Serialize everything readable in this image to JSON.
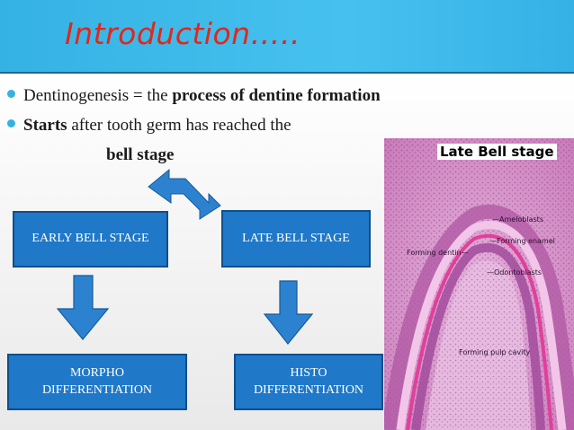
{
  "title": "Introduction…..",
  "bullets": [
    {
      "plain_before": "Dentinogenesis = the ",
      "bold": "process of dentine formation",
      "plain_after": ""
    },
    {
      "plain_before": "",
      "bold": "Starts",
      "plain_after": " after tooth germ has reached the"
    }
  ],
  "bell_stage": "bell stage",
  "boxes": {
    "early": "EARLY BELL STAGE",
    "late": "LATE BELL STAGE",
    "morpho": "MORPHO\nDIFFERENTIATION",
    "histo": "HISTO\nDIFFERENTIATION"
  },
  "image": {
    "caption": "Late Bell stage",
    "labels": {
      "ameloblasts": "—Ameloblasts",
      "forming_enamel": "—Forming enamel",
      "forming_dentin": "Forming dentin—",
      "odontoblasts": "—Odontoblasts",
      "pulp": "Forming pulp cavity"
    }
  },
  "colors": {
    "title_band": "#35b2e4",
    "title_text": "#e0281b",
    "box_fill": "#1f78c8",
    "arrow_fill": "#2d82d0",
    "bullet_dot": "#35b2e4",
    "tissue_pink": "#d98ac8"
  }
}
